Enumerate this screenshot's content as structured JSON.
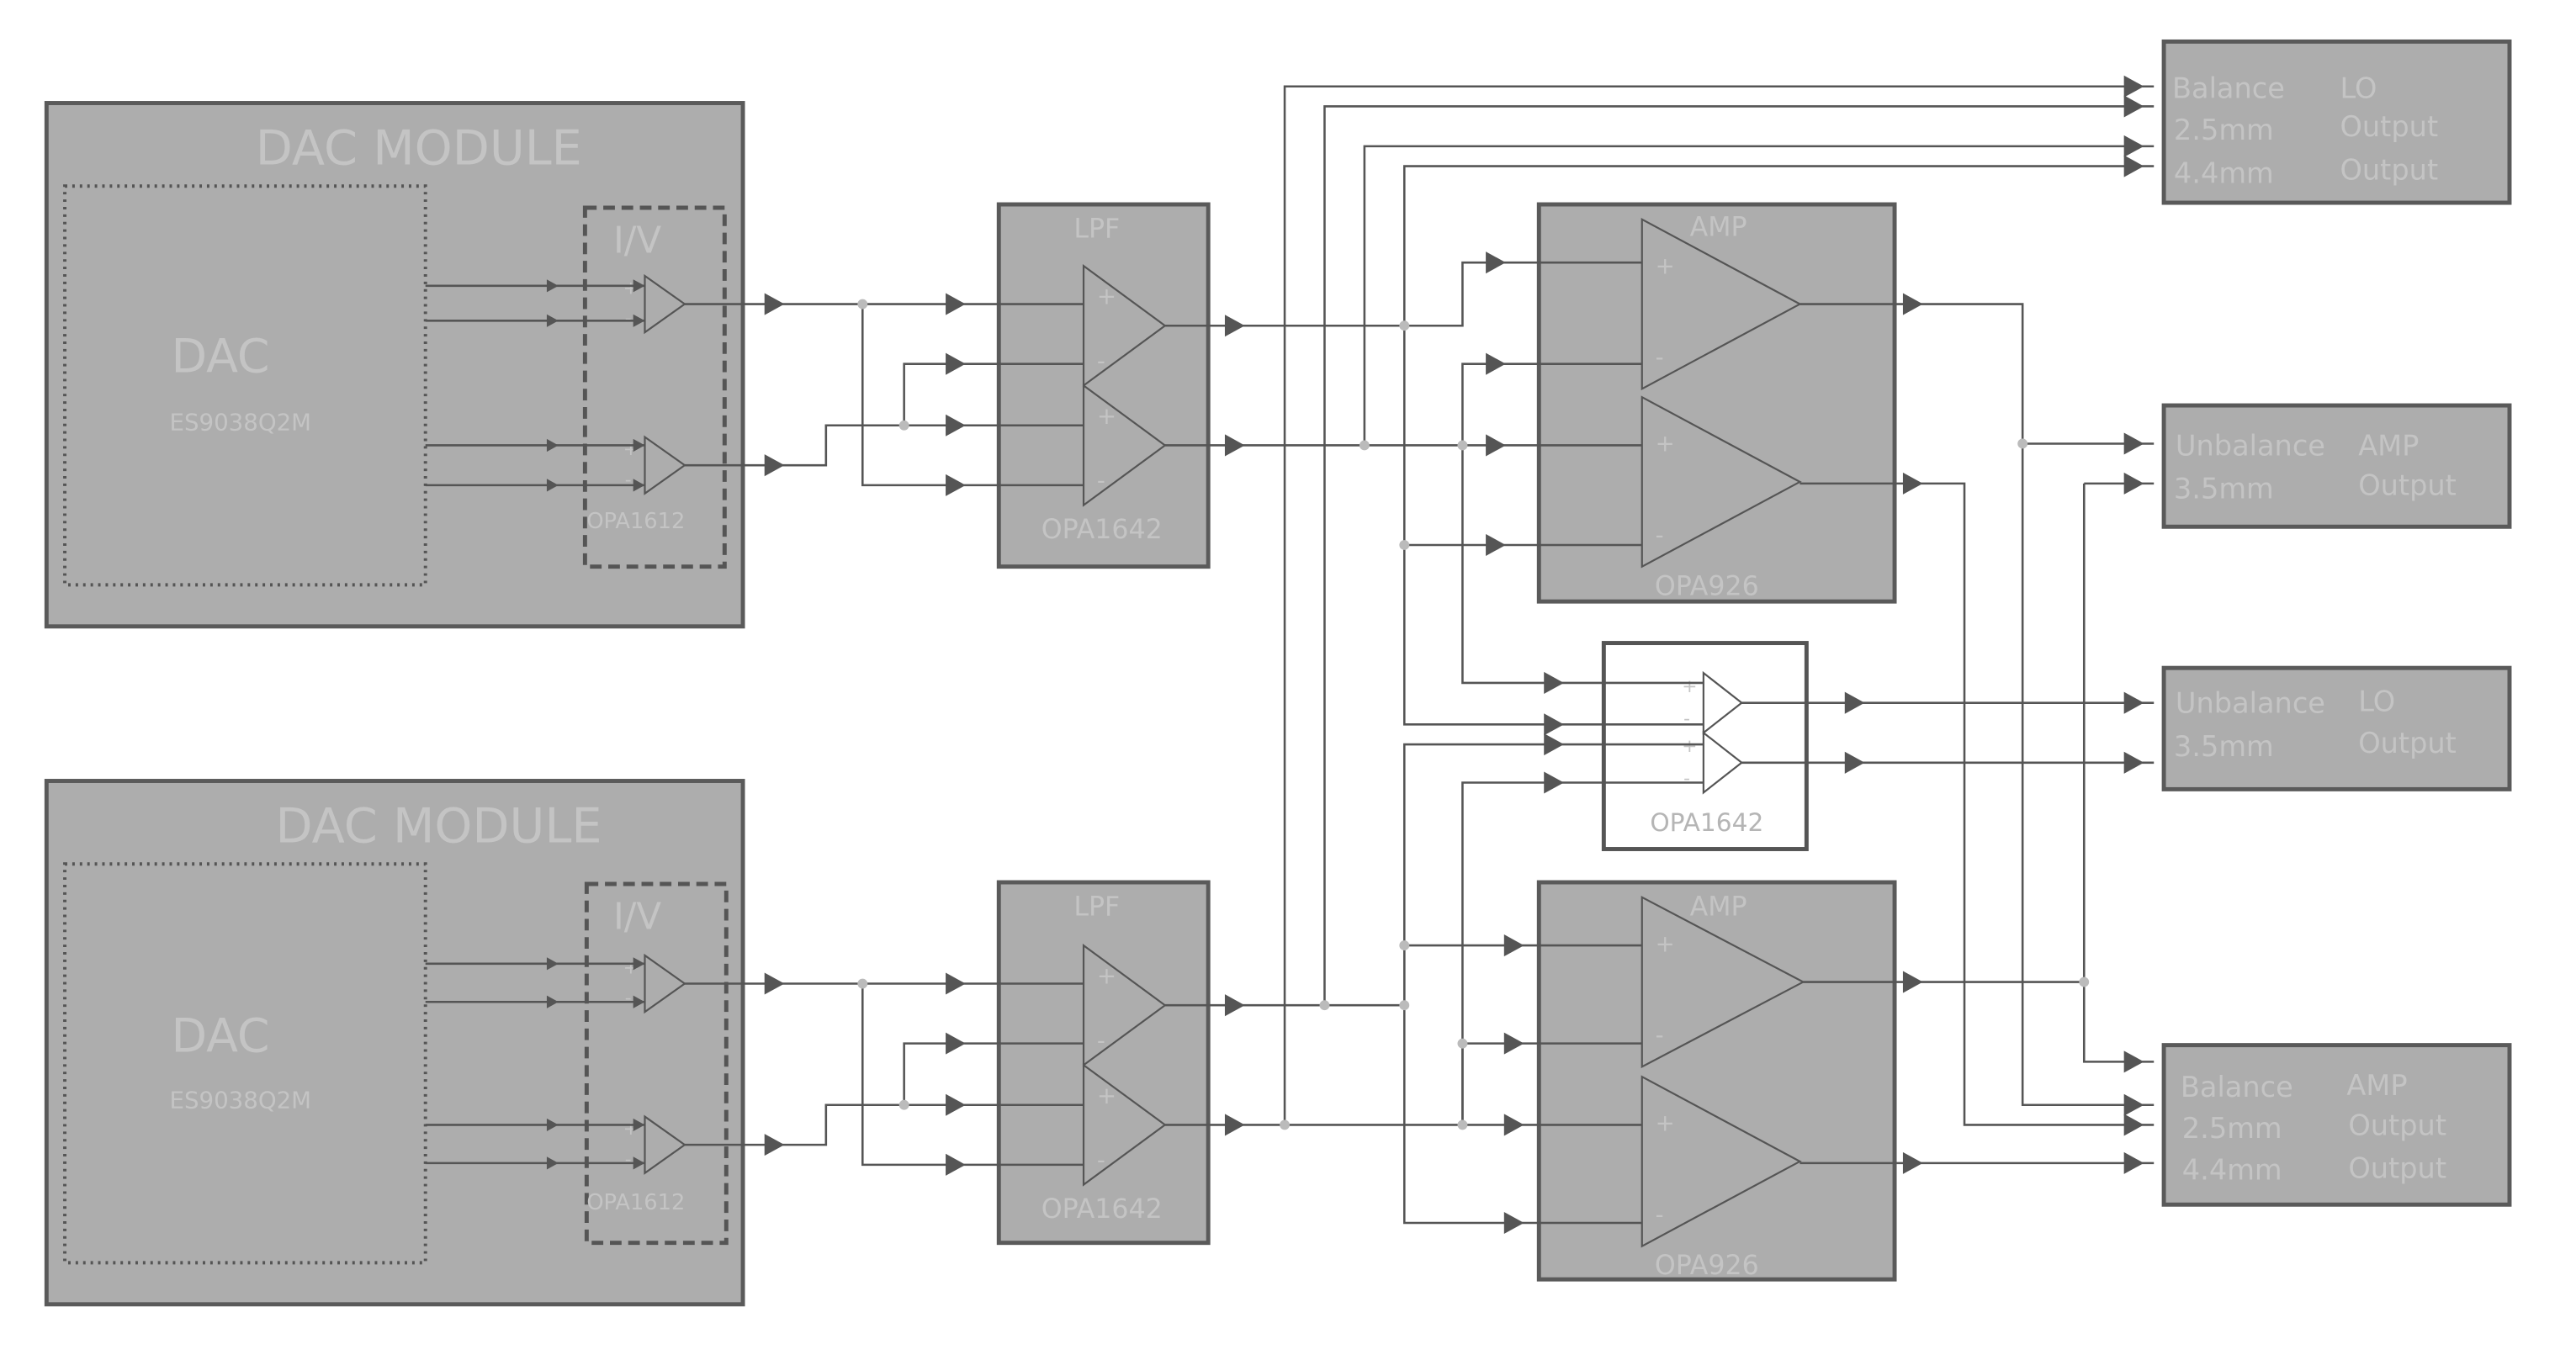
{
  "dac_modules": [
    {
      "title": "DAC  MODULE",
      "dac_label": "DAC",
      "dac_chip": "ES9038Q2M",
      "iv_label": "I/V",
      "iv_chip": "OPA1612"
    },
    {
      "title": "DAC  MODULE",
      "dac_label": "DAC",
      "dac_chip": "ES9038Q2M",
      "iv_label": "I/V",
      "iv_chip": "OPA1612"
    }
  ],
  "lpf": [
    {
      "label": "LPF",
      "chip": "OPA1642"
    },
    {
      "label": "LPF",
      "chip": "OPA1642"
    }
  ],
  "amp": [
    {
      "label": "AMP",
      "chip": "OPA926"
    },
    {
      "label": "AMP",
      "chip": "OPA926"
    }
  ],
  "lo_buffer": {
    "chip": "OPA1642"
  },
  "signs": {
    "plus": "+",
    "minus": "-"
  },
  "outputs": {
    "balance_lo": {
      "l1": "Balance",
      "l2": "2.5mm",
      "l3": "4.4mm",
      "r1": "LO",
      "r2": "Output",
      "r3": "Output"
    },
    "unbalance_amp": {
      "l1": "Unbalance",
      "l2": "3.5mm",
      "r1": "AMP",
      "r2": "Output"
    },
    "unbalance_lo": {
      "l1": "Unbalance",
      "l2": "3.5mm",
      "r1": "LO",
      "r2": "Output"
    },
    "balance_amp": {
      "l1": "Balance",
      "l2": "2.5mm",
      "l3": "4.4mm",
      "r1": "AMP",
      "r2": "Output",
      "r3": "Output"
    }
  },
  "colors": {
    "block_fill": "#adadad",
    "block_stroke": "#5a5a5a",
    "wire": "#555555",
    "label": "#c4c4c4",
    "junction": "#bbbbbb"
  }
}
